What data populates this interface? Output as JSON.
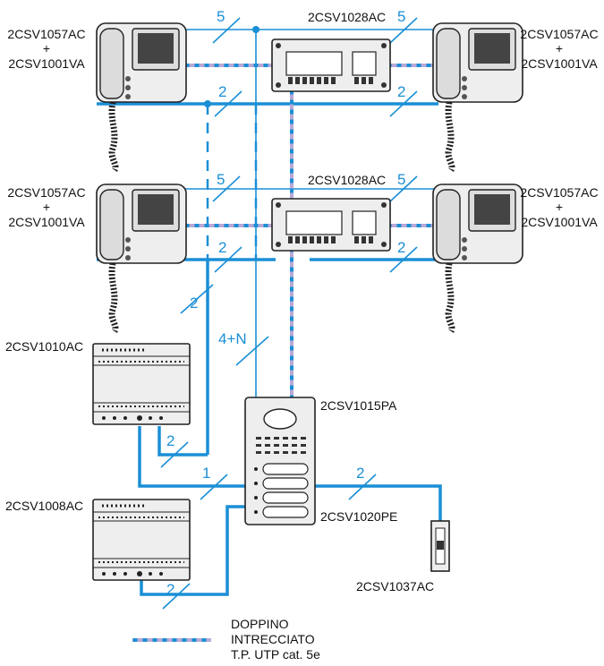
{
  "devices": {
    "monitor_model": "2CSV1057AC",
    "monitor_plus": "+",
    "monitor_base": "2CSV1001VA",
    "distributor": "2CSV1028AC",
    "power_supply": "2CSV1010AC",
    "relay_unit": "2CSV1008AC",
    "entrance_panel": "2CSV1015PA",
    "push_module": "2CSV1020PE",
    "door_lock": "2CSV1037AC"
  },
  "wire_counts": {
    "five": "5",
    "two": "2",
    "one": "1",
    "four_n": "4+N"
  },
  "legend": {
    "line1": "DOPPINO",
    "line2": "INTRECCIATO",
    "line3": "T.P. UTP cat. 5e"
  },
  "colors": {
    "wire": "#1a8fd6",
    "twisted_alt": "#b9a9d6"
  }
}
